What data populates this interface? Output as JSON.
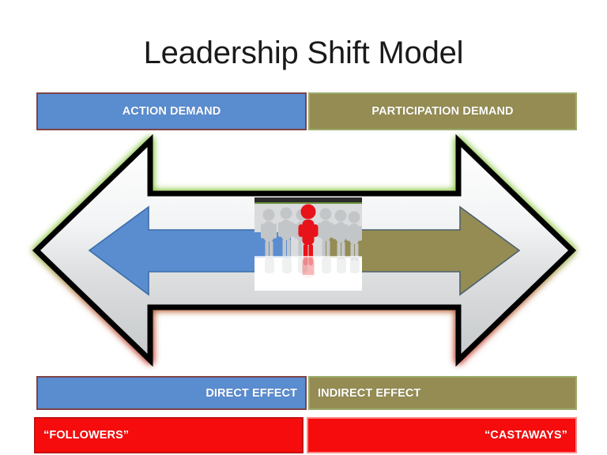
{
  "slide": {
    "title": "Leadership Shift Model",
    "background_color": "#FFFFFF"
  },
  "colors": {
    "blue": "#5A8CD0",
    "blue_border": "#7E4347",
    "olive": "#948C53",
    "olive_border": "#9BAB6A",
    "red": "#F60C0C",
    "red_border_left": "#C31313",
    "red_border_right": "#FB8B8B",
    "arrow_outline": "#000000",
    "arrow_glow_top": "#7DC242",
    "arrow_glow_bottom": "#C0392B",
    "arrow_fill_light": "#FFFFFF",
    "arrow_fill_dark": "#C9CCCE",
    "leader_figure": "#E8131A",
    "crowd_figure": "#BFC2C4"
  },
  "demand_row": {
    "left_label": "ACTION DEMAND",
    "right_label": "PARTICIPATION DEMAND"
  },
  "effect_row": {
    "left_label": "DIRECT EFFECT",
    "right_label": "INDIRECT EFFECT"
  },
  "outcome_row": {
    "left_label": "“FOLLOWERS”",
    "right_label": "“CASTAWAYS”"
  },
  "diagram": {
    "type": "double-headed-arrow",
    "left_arrow_direction": "left",
    "left_arrow_color": "#5A8CD0",
    "right_arrow_direction": "right",
    "right_arrow_color": "#948C53",
    "center_image_alt": "group of grey 3d figures surrounding a red leader figure"
  }
}
